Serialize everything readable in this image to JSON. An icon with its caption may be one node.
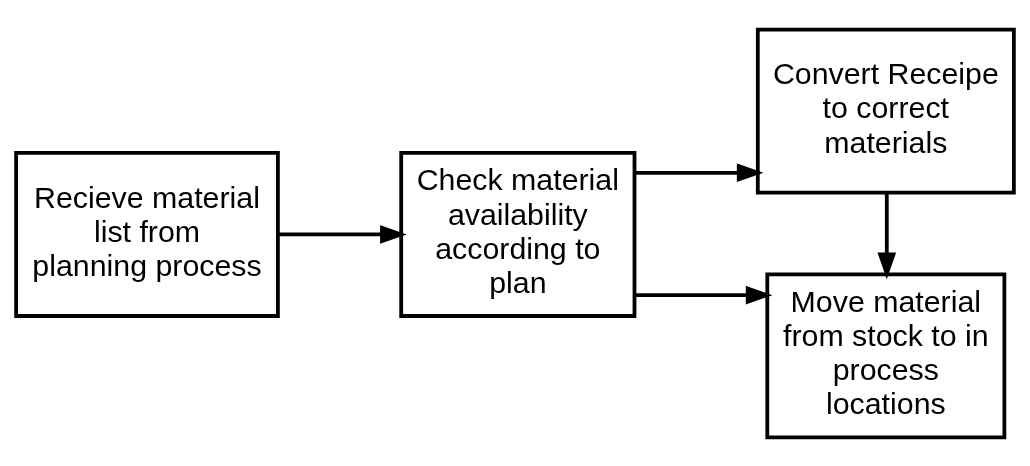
{
  "diagram": {
    "nodes": [
      {
        "text": [
          "Recieve material list from planning process"
        ]
      },
      {
        "text": [
          "Check material availability according to plan"
        ]
      },
      {
        "text": [
          "Convert Receipe to correct materials"
        ]
      },
      {
        "text": [
          "Move material from stock to in process locations"
        ]
      }
    ],
    "edges": [
      {
        "from": 0,
        "to": 1,
        "arrow": "to"
      },
      {
        "from": 1,
        "to": 2,
        "arrow": "to"
      },
      {
        "from": 2,
        "to": 3,
        "arrow": "to"
      },
      {
        "from": 1,
        "to": 3,
        "arrow": "to"
      }
    ]
  }
}
